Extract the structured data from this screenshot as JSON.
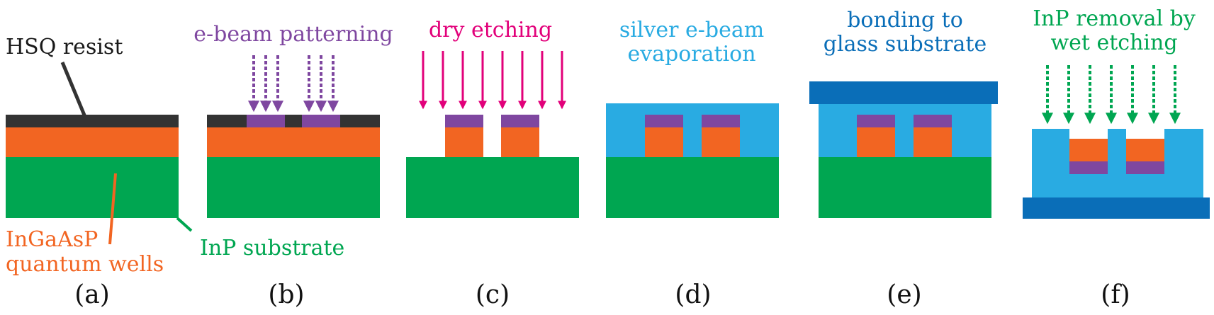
{
  "colors": {
    "resist": "#333333",
    "wells": "#f26522",
    "substrate": "#00a651",
    "patterned": "#7f47a0",
    "silver": "#29abe2",
    "glass": "#0a6eb8",
    "etch": "#e2007a",
    "black": "#1a1a1a"
  },
  "panels": {
    "a": {
      "caption": "(a)",
      "resist_label": "HSQ resist",
      "wells_label_line1": "InGaAsP",
      "wells_label_line2": "quantum wells",
      "substrate_label": "InP substrate"
    },
    "b": {
      "caption": "(b)",
      "label": "e-beam patterning"
    },
    "c": {
      "caption": "(c)",
      "label": "dry etching"
    },
    "d": {
      "caption": "(d)",
      "label_line1": "silver e-beam",
      "label_line2": "evaporation"
    },
    "e": {
      "caption": "(e)",
      "label_line1": "bonding to",
      "label_line2": "glass substrate"
    },
    "f": {
      "caption": "(f)",
      "label_line1": "InP removal by",
      "label_line2": "wet etching"
    }
  }
}
